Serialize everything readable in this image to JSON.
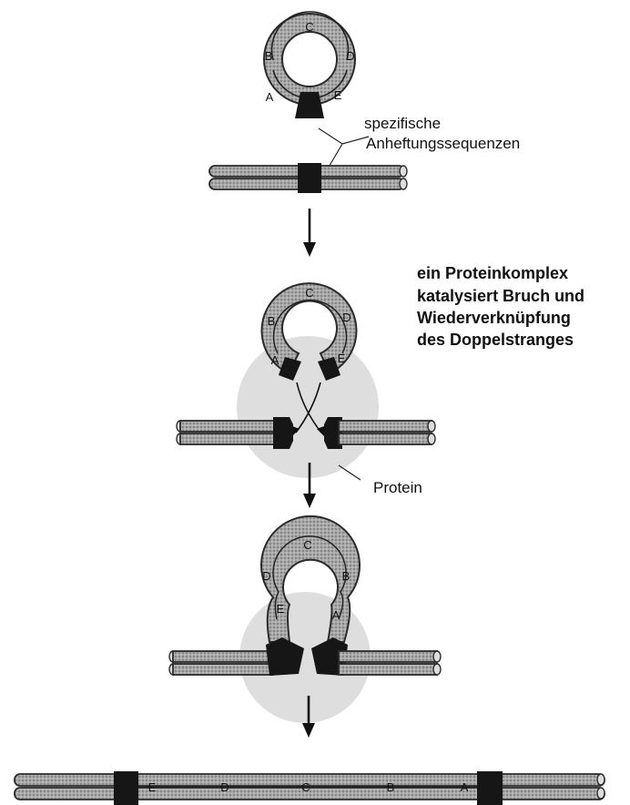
{
  "labels": {
    "attachment_sites": [
      "spezifische",
      "Anheftungssequenzen"
    ],
    "protein_complex": [
      "ein Proteinkomplex",
      "katalysiert Bruch und",
      "Wiederverknüpfung",
      "des Doppelstranges"
    ],
    "protein": "Protein"
  },
  "genes": {
    "ring1": [
      "A",
      "B",
      "C",
      "D",
      "E"
    ],
    "ring2": [
      "A",
      "B",
      "C",
      "D",
      "E"
    ],
    "ring3": [
      "E",
      "D",
      "C",
      "B",
      "A"
    ],
    "final": [
      "E",
      "D",
      "C",
      "B",
      "A"
    ]
  },
  "colors": {
    "dna": "#9a9a9a",
    "dna_light": "#c4c4c4",
    "outline": "#2a2a2a",
    "site": "#161616",
    "protein": "#dedede"
  }
}
